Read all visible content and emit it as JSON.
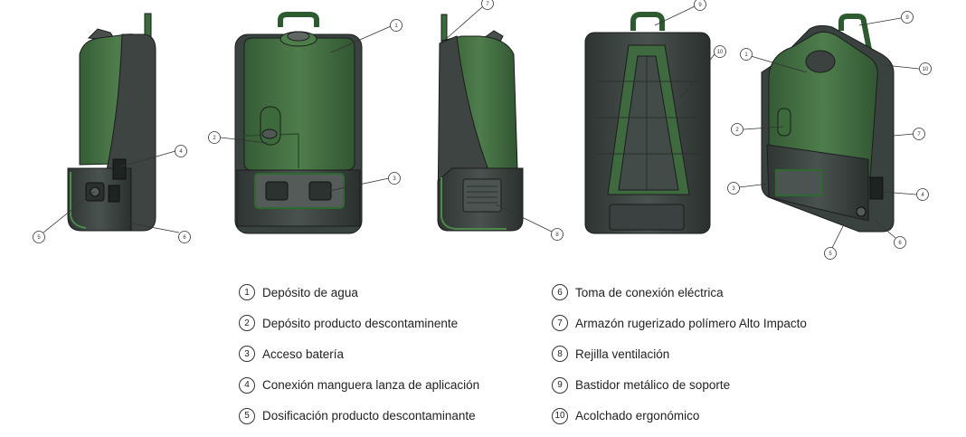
{
  "legend": {
    "left": [
      {
        "num": "1",
        "label": "Depósito de agua"
      },
      {
        "num": "2",
        "label": "Depósito producto descontaminente"
      },
      {
        "num": "3",
        "label": "Acceso batería"
      },
      {
        "num": "4",
        "label": "Conexión manguera lanza de aplicación"
      },
      {
        "num": "5",
        "label": "Dosificación producto descontaminante"
      }
    ],
    "right": [
      {
        "num": "6",
        "label": "Toma de conexión eléctrica"
      },
      {
        "num": "7",
        "label": "Armazón rugerizado polímero Alto Impacto"
      },
      {
        "num": "8",
        "label": "Rejilla ventilación"
      },
      {
        "num": "9",
        "label": "Bastidor metálico de soporte"
      },
      {
        "num": "10",
        "label": "Acolchado ergonómico"
      }
    ]
  },
  "callouts": {
    "view1": [
      "4",
      "5",
      "6"
    ],
    "view2": [
      "1",
      "2",
      "3"
    ],
    "view3": [
      "7",
      "8"
    ],
    "view4": [
      "9",
      "10"
    ],
    "view5": [
      "9",
      "1",
      "10",
      "2",
      "7",
      "3",
      "4",
      "5",
      "6"
    ]
  },
  "colors": {
    "tank_green": "#3f6a3f",
    "tank_green_light": "#5b8a57",
    "frame_dark": "#3c4341",
    "frame_darker": "#2c3230",
    "outline": "#1a1d1c"
  }
}
